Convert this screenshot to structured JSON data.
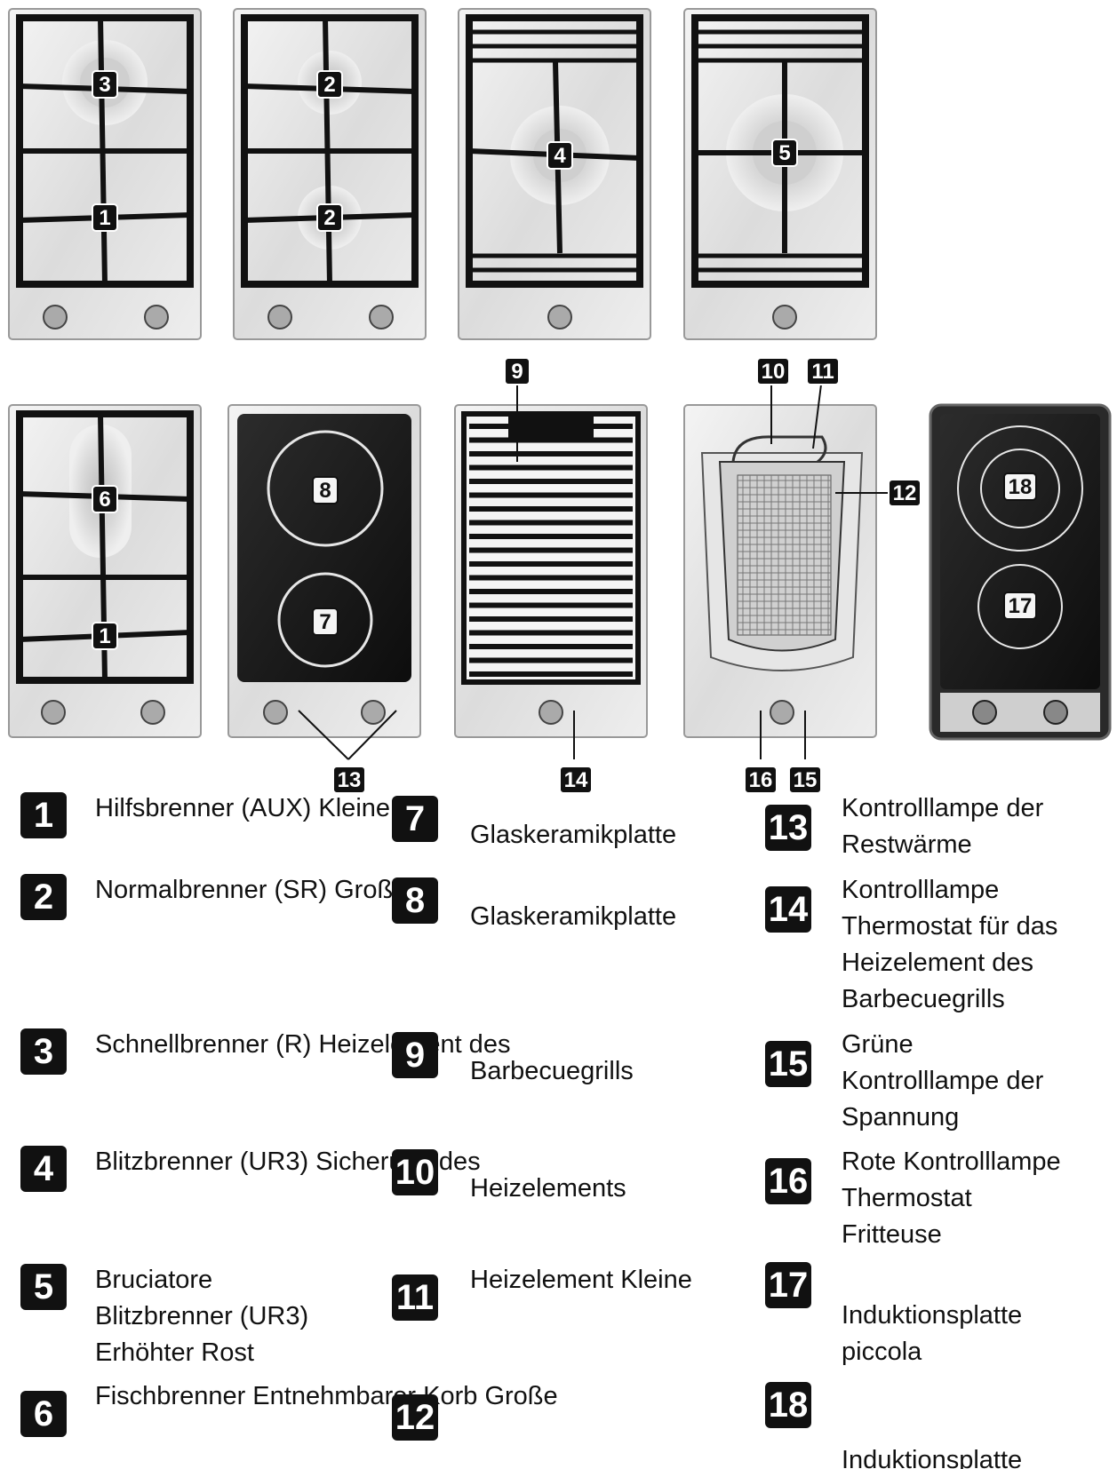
{
  "diagram": {
    "panels_top": [
      {
        "id": "panel-1-3",
        "badges": [
          "3",
          "1"
        ]
      },
      {
        "id": "panel-2-2",
        "badges": [
          "2",
          "2"
        ]
      },
      {
        "id": "panel-4",
        "badges": [
          "4"
        ]
      },
      {
        "id": "panel-5",
        "badges": [
          "5"
        ]
      }
    ],
    "panels_bottom": [
      {
        "id": "panel-6-1",
        "badges": [
          "6",
          "1"
        ]
      },
      {
        "id": "panel-ceramic",
        "badges": [
          "8",
          "7"
        ]
      },
      {
        "id": "panel-grill",
        "badges": [
          "9"
        ]
      },
      {
        "id": "panel-fryer",
        "badges": [
          "10",
          "11",
          "12"
        ]
      },
      {
        "id": "panel-induction",
        "badges": [
          "18",
          "17"
        ]
      }
    ],
    "callouts": [
      "9",
      "10",
      "11",
      "12",
      "13",
      "14",
      "16",
      "15"
    ]
  },
  "legend": [
    {
      "num": "1",
      "text": "Hilfsbrenner (AUX) Kleine"
    },
    {
      "num": "2",
      "text": "Normalbrenner (SR) Große"
    },
    {
      "num": "3",
      "text": "Schnellbrenner (R) Heizelement  des"
    },
    {
      "num": "4",
      "text": "Blitzbrenner (UR3) Sicherung  des"
    },
    {
      "num": "5",
      "text": "Bruciatore\nBlitzbrenner (UR3)\nErhöhter Rost"
    },
    {
      "num": "6",
      "text": "Fischbrenner Entnehmbarer Korb Große"
    },
    {
      "num": "7",
      "text": "Glaskeramikplatte"
    },
    {
      "num": "8",
      "text": "Glaskeramikplatte"
    },
    {
      "num": "9",
      "text": "Barbecuegrills"
    },
    {
      "num": "10",
      "text": "Heizelements"
    },
    {
      "num": "11",
      "text": "Heizelement Kleine"
    },
    {
      "num": "12",
      "text": ""
    },
    {
      "num": "13",
      "text": "Kontrolllampe der\nRestwärme"
    },
    {
      "num": "14",
      "text": "Kontrolllampe\nThermostat für das\nHeizelement des\nBarbecuegrills"
    },
    {
      "num": "15",
      "text": "Grüne\nKontrolllampe der\nSpannung"
    },
    {
      "num": "16",
      "text": "Rote Kontrolllampe\nThermostat\nFritteuse"
    },
    {
      "num": "17",
      "text": "Induktionsplatte\npiccola"
    },
    {
      "num": "18",
      "text": "Induktionsplatte"
    }
  ]
}
